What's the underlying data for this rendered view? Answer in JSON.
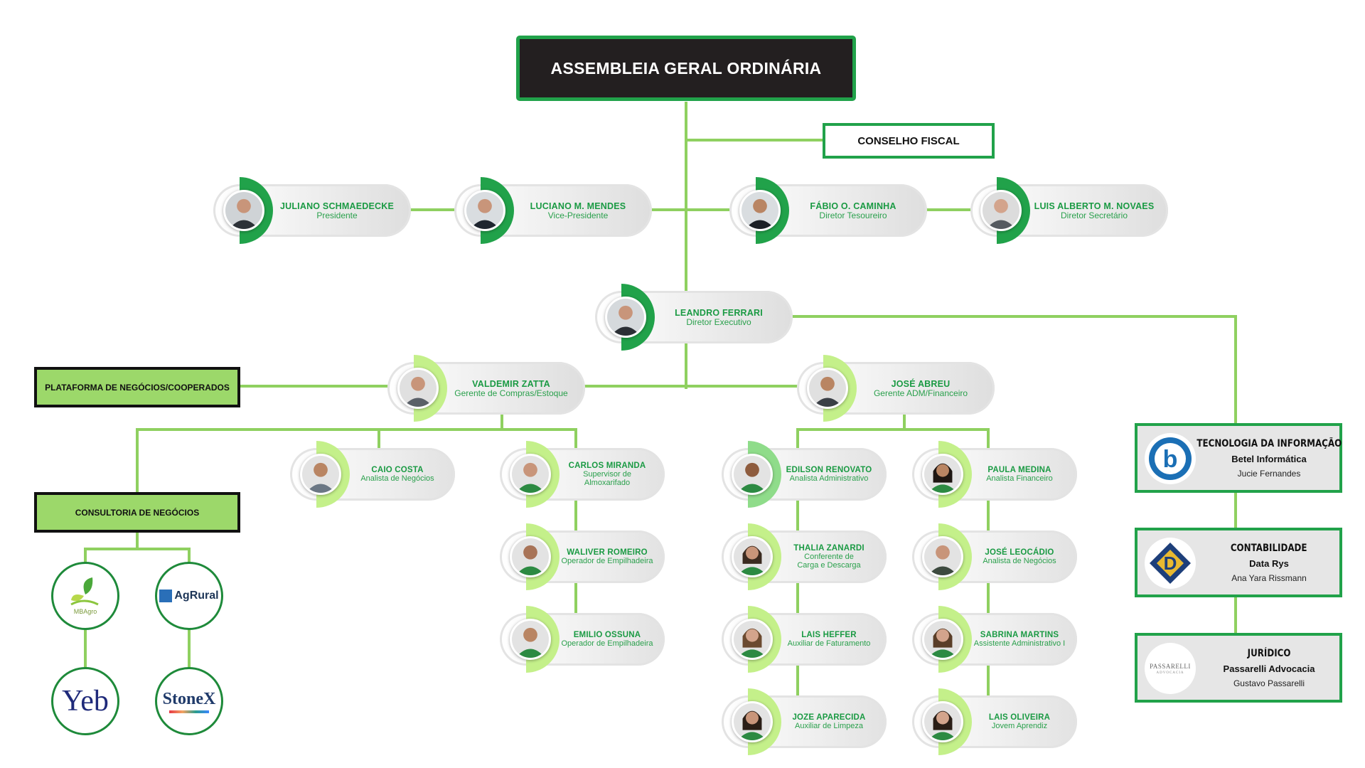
{
  "assembly": "ASSEMBLEIA GERAL ORDINÁRIA",
  "fiscal": "CONSELHO FISCAL",
  "board": [
    {
      "name": "JULIANO SCHMAEDECKE",
      "role": "Presidente"
    },
    {
      "name": "LUCIANO M. MENDES",
      "role": "Vice-Presidente"
    },
    {
      "name": "FÁBIO O. CAMINHA",
      "role": "Diretor Tesoureiro"
    },
    {
      "name": "LUIS ALBERTO M. NOVAES",
      "role": "Diretor Secretário"
    }
  ],
  "director": {
    "name": "LEANDRO FERRARI",
    "role": "Diretor Executivo"
  },
  "managers": [
    {
      "name": "VALDEMIR ZATTA",
      "role": "Gerente de Compras/Estoque"
    },
    {
      "name": "JOSÉ ABREU",
      "role": "Gerente ADM/Financeiro"
    }
  ],
  "staff": [
    {
      "name": "CAIO COSTA",
      "role": "Analista de Negócios"
    },
    {
      "name": "CARLOS MIRANDA",
      "role": "Supervisor de Almoxarifado"
    },
    {
      "name": "WALIVER ROMEIRO",
      "role": "Operador de Empilhadeira"
    },
    {
      "name": "EMILIO OSSUNA",
      "role": "Operador de Empilhadeira"
    },
    {
      "name": "EDILSON RENOVATO",
      "role": "Analista Administrativo"
    },
    {
      "name": "THALIA ZANARDI",
      "role": "Conferente de\nCarga e Descarga"
    },
    {
      "name": "LAIS HEFFER",
      "role": "Auxiliar de Faturamento"
    },
    {
      "name": "JOZE APARECIDA",
      "role": "Auxiliar de Limpeza"
    },
    {
      "name": "PAULA MEDINA",
      "role": "Analista Financeiro"
    },
    {
      "name": "JOSÉ LEOCÁDIO",
      "role": "Analista de Negócios"
    },
    {
      "name": "SABRINA MARTINS",
      "role": "Assistente Administrativo I"
    },
    {
      "name": "LAIS OLIVEIRA",
      "role": "Jovem Aprendiz"
    }
  ],
  "platform": "PLATAFORMA DE NEGÓCIOS/COOPERADOS",
  "consulting": "CONSULTORIA DE NEGÓCIOS",
  "partners": [
    "MBAgro",
    "AgRural",
    "Yeb",
    "StoneX"
  ],
  "services": [
    {
      "title": "TECNOLOGIA DA INFORMAÇÃO",
      "company": "Betel Informática",
      "person": "Jucie Fernandes"
    },
    {
      "title": "CONTABILIDADE",
      "company": "Data Rys",
      "person": "Ana Yara Rissmann"
    },
    {
      "title": "JURÍDICO",
      "company": "Passarelli Advocacia",
      "person": "Gustavo Passarelli"
    }
  ],
  "logo_text": {
    "passarelli": "PASSARELLI",
    "passarelli_sub": "ADVOCACIA",
    "betel": "b",
    "datarys": "D"
  },
  "colors": {
    "green": "#21a24a",
    "line": "#8fd060",
    "arc_dark": "#21a24a",
    "arc_light": "#c4f08a",
    "arc_mid": "#8fdc8a",
    "text_green": "#1a9a43",
    "box_light": "#9cd86a",
    "dark": "#231f20"
  }
}
